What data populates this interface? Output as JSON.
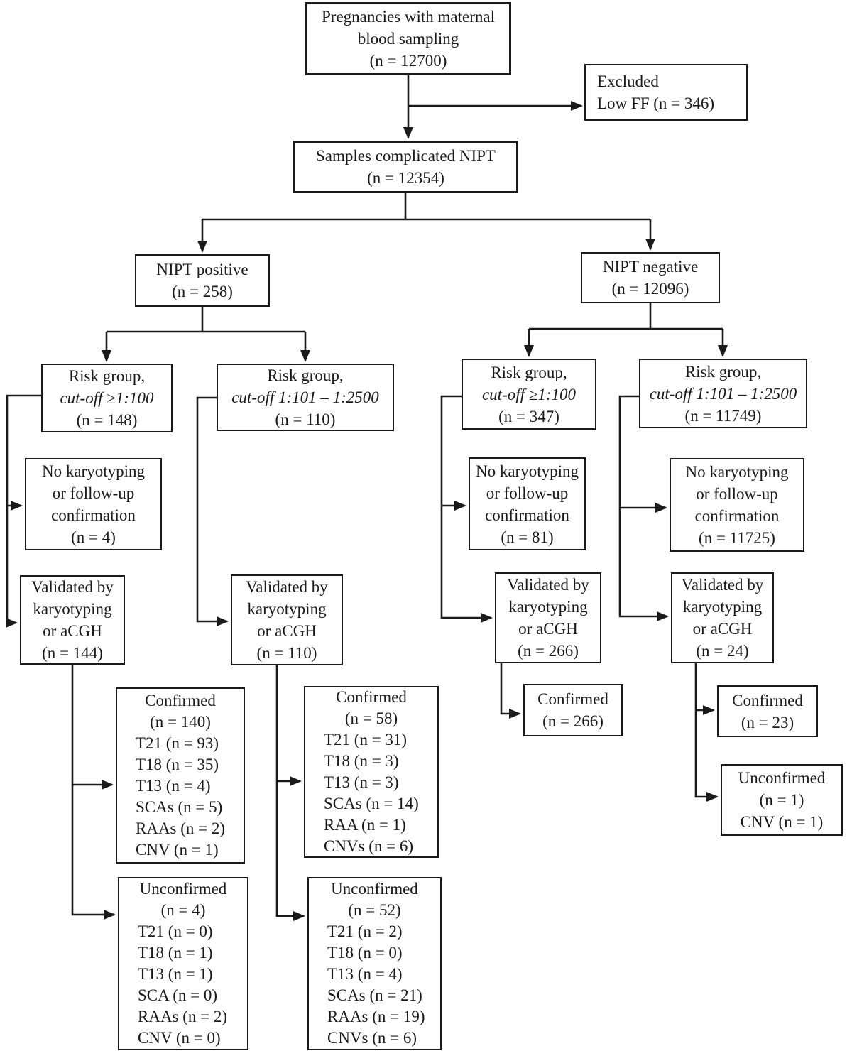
{
  "colors": {
    "ink": "#1a1a1a",
    "background": "#ffffff"
  },
  "flowchart": {
    "nodes": {
      "pregnancies": {
        "lines": [
          "Pregnancies with maternal",
          "blood sampling",
          "(n = 12700)"
        ]
      },
      "excluded": {
        "lines": [
          "Excluded",
          "Low FF (n = 346)"
        ]
      },
      "samples": {
        "lines": [
          "Samples complicated NIPT",
          "(n = 12354)"
        ]
      },
      "nipt_positive": {
        "lines": [
          "NIPT positive",
          "(n = 258)"
        ]
      },
      "nipt_negative": {
        "lines": [
          "NIPT negative",
          "(n = 12096)"
        ]
      },
      "risk_high_pos": {
        "lines": [
          "Risk group,",
          "cut-off ≥1:100",
          "(n = 148)"
        ]
      },
      "risk_low_pos": {
        "lines": [
          "Risk group,",
          "cut-off 1:101 – 1:2500",
          "(n = 110)"
        ]
      },
      "risk_high_neg": {
        "lines": [
          "Risk group,",
          "cut-off ≥1:100",
          "(n = 347)"
        ]
      },
      "risk_low_neg": {
        "lines": [
          "Risk group,",
          "cut-off 1:101 – 1:2500",
          "(n = 11749)"
        ]
      },
      "no_karyo_pos_high": {
        "lines": [
          "No karyotyping",
          "or follow-up",
          "confirmation",
          "(n = 4)"
        ]
      },
      "no_karyo_neg_high": {
        "lines": [
          "No karyotyping",
          "or follow-up",
          "confirmation",
          "(n = 81)"
        ]
      },
      "no_karyo_neg_low": {
        "lines": [
          "No karyotyping",
          "or follow-up",
          "confirmation",
          "(n = 11725)"
        ]
      },
      "validated_pos_high": {
        "lines": [
          "Validated by",
          "karyotyping",
          "or aCGH",
          "(n = 144)"
        ]
      },
      "validated_pos_low": {
        "lines": [
          "Validated by",
          "karyotyping",
          "or aCGH",
          "(n = 110)"
        ]
      },
      "validated_neg_high": {
        "lines": [
          "Validated by",
          "karyotyping",
          "or aCGH",
          "(n = 266)"
        ]
      },
      "validated_neg_low": {
        "lines": [
          "Validated by",
          "karyotyping",
          "or aCGH",
          "(n = 24)"
        ]
      },
      "confirmed_pos_high": {
        "lines": [
          "Confirmed",
          "(n = 140)",
          "T21 (n = 93)",
          "T18 (n = 35)",
          "T13 (n = 4)",
          "SCAs (n = 5)",
          "RAAs (n = 2)",
          "CNV (n = 1)"
        ]
      },
      "confirmed_pos_low": {
        "lines": [
          "Confirmed",
          "(n = 58)",
          "T21 (n = 31)",
          "T18 (n = 3)",
          "T13 (n = 3)",
          "SCAs (n = 14)",
          "RAA (n = 1)",
          "CNVs (n = 6)"
        ]
      },
      "confirmed_neg_high": {
        "lines": [
          "Confirmed",
          "(n = 266)"
        ]
      },
      "confirmed_neg_low": {
        "lines": [
          "Confirmed",
          "(n = 23)"
        ]
      },
      "unconfirmed_pos_high": {
        "lines": [
          "Unconfirmed",
          "(n = 4)",
          "T21 (n = 0)",
          "T18 (n = 1)",
          "T13 (n = 1)",
          "SCA (n = 0)",
          "RAAs (n = 2)",
          "CNV (n = 0)"
        ]
      },
      "unconfirmed_pos_low": {
        "lines": [
          "Unconfirmed",
          "(n = 52)",
          "T21 (n = 2)",
          "T18 (n = 0)",
          "T13 (n = 4)",
          "SCAs (n = 21)",
          "RAAs (n = 19)",
          "CNVs (n = 6)"
        ]
      },
      "unconfirmed_neg_low": {
        "lines": [
          "Unconfirmed",
          "(n = 1)",
          "CNV (n = 1)"
        ]
      }
    }
  }
}
